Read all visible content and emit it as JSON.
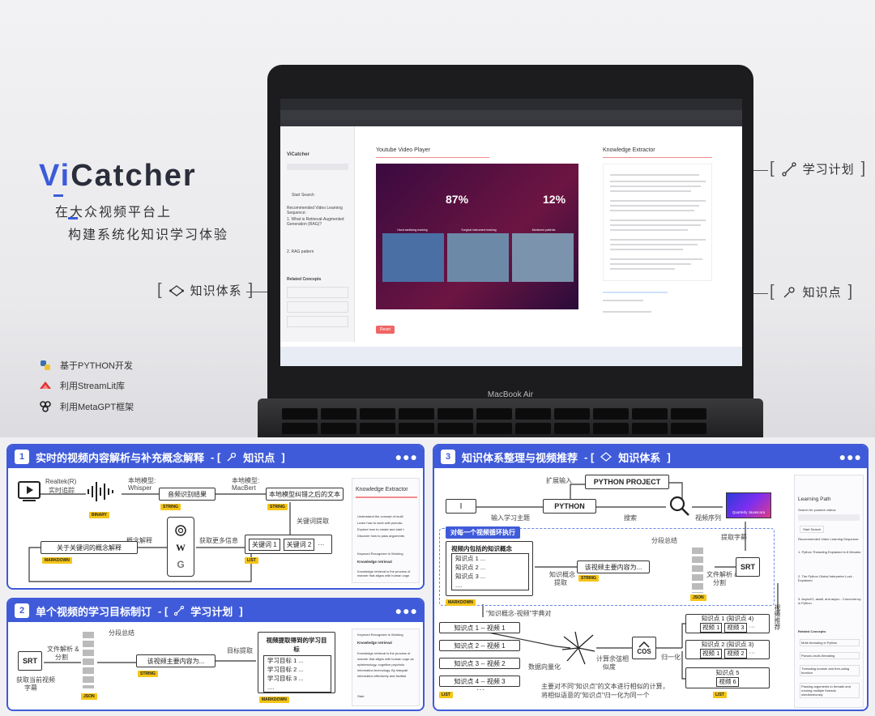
{
  "hero": {
    "brand_v": "Vi",
    "brand_rest": "Catcher",
    "tagline1": "在大众视频平台上",
    "tagline2": "构建系统化知识学习体验",
    "features": [
      "基于PYTHON开发",
      "利用StreamLit库",
      "利用MetaGPT框架"
    ],
    "callouts": {
      "learn_plan": "学习计划",
      "knowledge_system": "知识体系",
      "knowledge_point": "知识点"
    },
    "laptop_label": "MacBook Air",
    "screen": {
      "sidebar_title": "ViCatcher",
      "sidebar_items": [
        "Start Search",
        "Recommended Video Learning Sequence:",
        "1. What is Retrieval-Augmented Generation (RAG)?",
        "2. RAG pattern",
        "Related Concepts"
      ],
      "youtube_title": "Youtube Video Player",
      "knowledge_title": "Knowledge Extractor",
      "video_stats": [
        "87%",
        "12%"
      ],
      "video_panels": [
        "Hand sanitizing tracking",
        "Surgical instrument tracking",
        "Monitored patients"
      ],
      "reset_label": "Reset"
    }
  },
  "panel1": {
    "num": "1",
    "title": "实时的视频内容解析与补充概念解释",
    "tag": "知识点",
    "src_label1": "Realtek(R)",
    "src_label2": "实时追踪",
    "whisper1": "本地模型:",
    "whisper2": "Whisper",
    "macbert1": "本地模型:",
    "macbert2": "MacBert",
    "asr_box": "音频识别结果",
    "corrected_box": "本地模型纠错之后的文本",
    "kw_extract": "关键词提取",
    "kw1": "关键词 1",
    "kw2": "关键词 2",
    "kw_more": "···",
    "fetch_more": "获取更多信息",
    "concept_explain": "概念解释",
    "result_box": "关于关键词的概念解释",
    "tags": [
      "BINARY",
      "STRING",
      "STRING",
      "LIST",
      "MARKDOWN"
    ],
    "shot_title": "Knowledge Extractor",
    "shot_items": [
      "Understand the concept of multi",
      "Learn how to work with pseudo-",
      "Explore how to create and start t",
      "Discover how to pass arguments"
    ],
    "shot_sub1": "Keyword Recognizer is Working",
    "shot_sub2": "Knowledge retrieval",
    "shot_sub3": "Knowledge retrieval is the process of manner that aligns with human cogn"
  },
  "panel2": {
    "num": "2",
    "title": "单个视频的学习目标制订",
    "tag": "学习计划",
    "file_parse": "文件解析 &",
    "file_parse2": "分割",
    "srt": "SRT",
    "get_sub1": "获取当前视频",
    "get_sub2": "字幕",
    "seg_summary": "分段总结",
    "main_content": "该视频主要内容为...",
    "target_extract": "目标提取",
    "goal_title": "视频提取得到的学习目标",
    "goals": [
      "学习目标 1 ...",
      "学习目标 2 ...",
      "学习目标 3 ...",
      "...."
    ],
    "tags": [
      "JSON",
      "STRING",
      "MARKDOWN"
    ],
    "shot_items": [
      "Keyword Recognizer is Working",
      "Knowledge retrieval",
      "Knowledge retrieval is the process of manner that aligns with human cogn as epistemology, cognitive psycholo information technology. By integrati information effectively and facilitat",
      "Start"
    ]
  },
  "panel3": {
    "num": "3",
    "title": "知识体系整理与视频推荐",
    "tag": "知识体系",
    "expand_input": "扩展输入",
    "python_project": "PYTHON PROJECT",
    "input_box": "I",
    "input_label": "输入学习主题",
    "python": "PYTHON",
    "search": "搜索",
    "video_seq": "视频序列",
    "thumb_caption": "Quarterly Javascora",
    "extract_sub": "提取字幕",
    "loop_title": "对每一个视频循环执行",
    "seg_summary": "分段总结",
    "contained_title": "视频内包括的知识概念",
    "contained_items": [
      "知识点 1 ...",
      "知识点 2 ...",
      "知识点 3 ...",
      "...."
    ],
    "main_content": "该视频主要内容为...",
    "concept_extract1": "知识概念",
    "concept_extract2": "提取",
    "file_parse1": "文件解析 &",
    "file_parse2": "分割",
    "srt": "SRT",
    "dict_label": "\"知识概念-视频\"字典对",
    "pairs": [
      {
        "k": "知识点 1 -- 视频 1"
      },
      {
        "k": "知识点 2 -- 视频 1"
      },
      {
        "k": "知识点 3 -- 视频 2"
      },
      {
        "k": "知识点 4 -- 视频 3"
      }
    ],
    "vectorize": "数据向量化",
    "cos_calc1": "计算余弦相",
    "cos_calc2": "似度",
    "cos": "COS",
    "normalize": "归一化",
    "groups": [
      {
        "title": "知识点 1 (知识点 4)",
        "v": [
          "视频 1",
          "视频 3"
        ]
      },
      {
        "title": "知识点 2 (知识点 3)",
        "v": [
          "视频 1",
          "视频 2"
        ]
      },
      {
        "title": "知识点 5",
        "v": [
          "视频 6"
        ]
      }
    ],
    "vdots": "···",
    "video_reco": "视频推荐",
    "note1": "主要对不同\"知识点\"的文本进行相似的计算，",
    "note2": "将相似语意的\"知识点\"归一化为同一个",
    "tags": [
      "JSON",
      "STRING",
      "MARKDOWN",
      "LIST",
      "LIST"
    ],
    "shot_title": "Learning Path",
    "shot_items": [
      "Search for youtube videos",
      "Start Search",
      "Recommended Video Learning Sequence:",
      "1. Python Threading Explained in 8 Minutes",
      "2. The Python Global Interpreter Lock - Explained",
      "3. AsyncIO, await, and async - Concurrency in Python",
      "Related Concepts:",
      "Multi-threading in Python",
      "Pseudo-multi-threading",
      "Threading module and thre-ading function",
      "Passing arguments to threads and running multiple threads simultaneously"
    ]
  }
}
